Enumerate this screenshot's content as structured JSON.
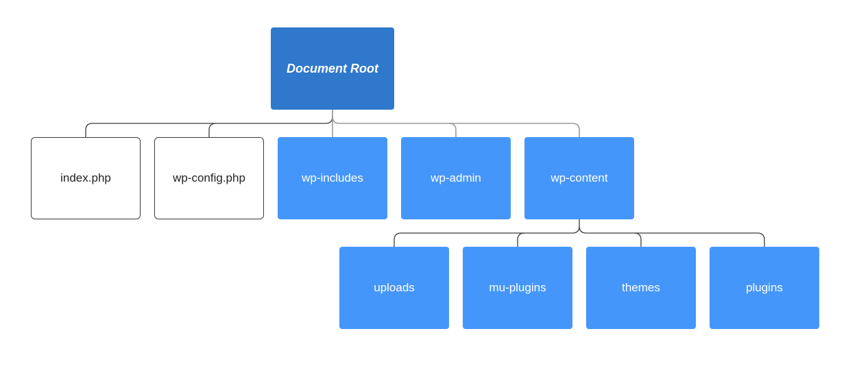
{
  "diagram": {
    "root": {
      "label": "Document Root",
      "color": "#2f78cc"
    },
    "root_children": [
      {
        "label": "index.php",
        "kind": "file"
      },
      {
        "label": "wp-config.php",
        "kind": "file"
      },
      {
        "label": "wp-includes",
        "kind": "folder"
      },
      {
        "label": "wp-admin",
        "kind": "folder"
      },
      {
        "label": "wp-content",
        "kind": "folder"
      }
    ],
    "wp_content_children": [
      {
        "label": "uploads",
        "kind": "folder"
      },
      {
        "label": "mu-plugins",
        "kind": "folder"
      },
      {
        "label": "themes",
        "kind": "folder"
      },
      {
        "label": "plugins",
        "kind": "folder"
      }
    ],
    "colors": {
      "folder": "#4596fb",
      "file_border": "#3a3a3a",
      "connector": "#3a3a3a",
      "connector_gray": "#9a9a9a"
    }
  }
}
